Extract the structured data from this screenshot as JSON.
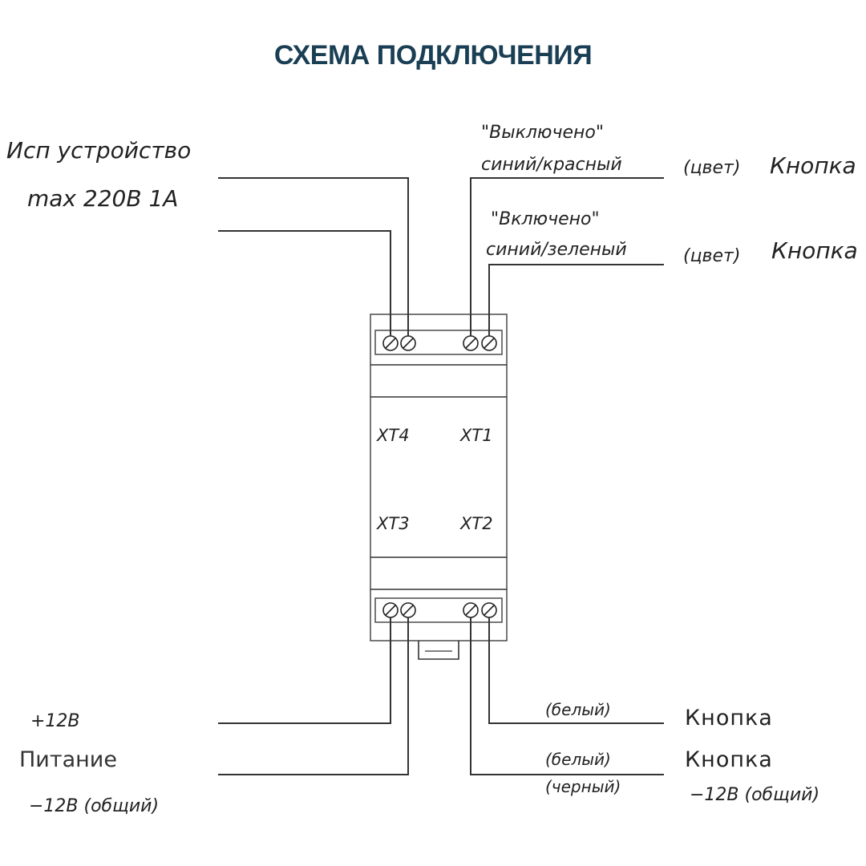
{
  "title": "СХЕМА ПОДКЛЮЧЕНИЯ",
  "device": {
    "label_line1": "Исп устройство",
    "label_line2": "max 220В 1А"
  },
  "top_right": {
    "off_label": "\"Выключено\"",
    "off_colors": "синий/красный",
    "off_color_note": "(цвет)",
    "off_button": "Кнопка",
    "on_label": "\"Включено\"",
    "on_colors": "синий/зеленый",
    "on_color_note": "(цвет)",
    "on_button": "Кнопка"
  },
  "terminals": {
    "top_left": "XT4",
    "top_right": "XT1",
    "bottom_left": "XT3",
    "bottom_right": "XT2"
  },
  "power": {
    "plus": "+12В",
    "label": "Питание",
    "minus": "−12В (общий)"
  },
  "bottom_right": {
    "wire1_color": "(белый)",
    "wire1_button": "Кнопка",
    "wire2_color1": "(белый)",
    "wire2_color2": "(черный)",
    "wire2_button": "Кнопка",
    "common": "−12В (общий)"
  }
}
